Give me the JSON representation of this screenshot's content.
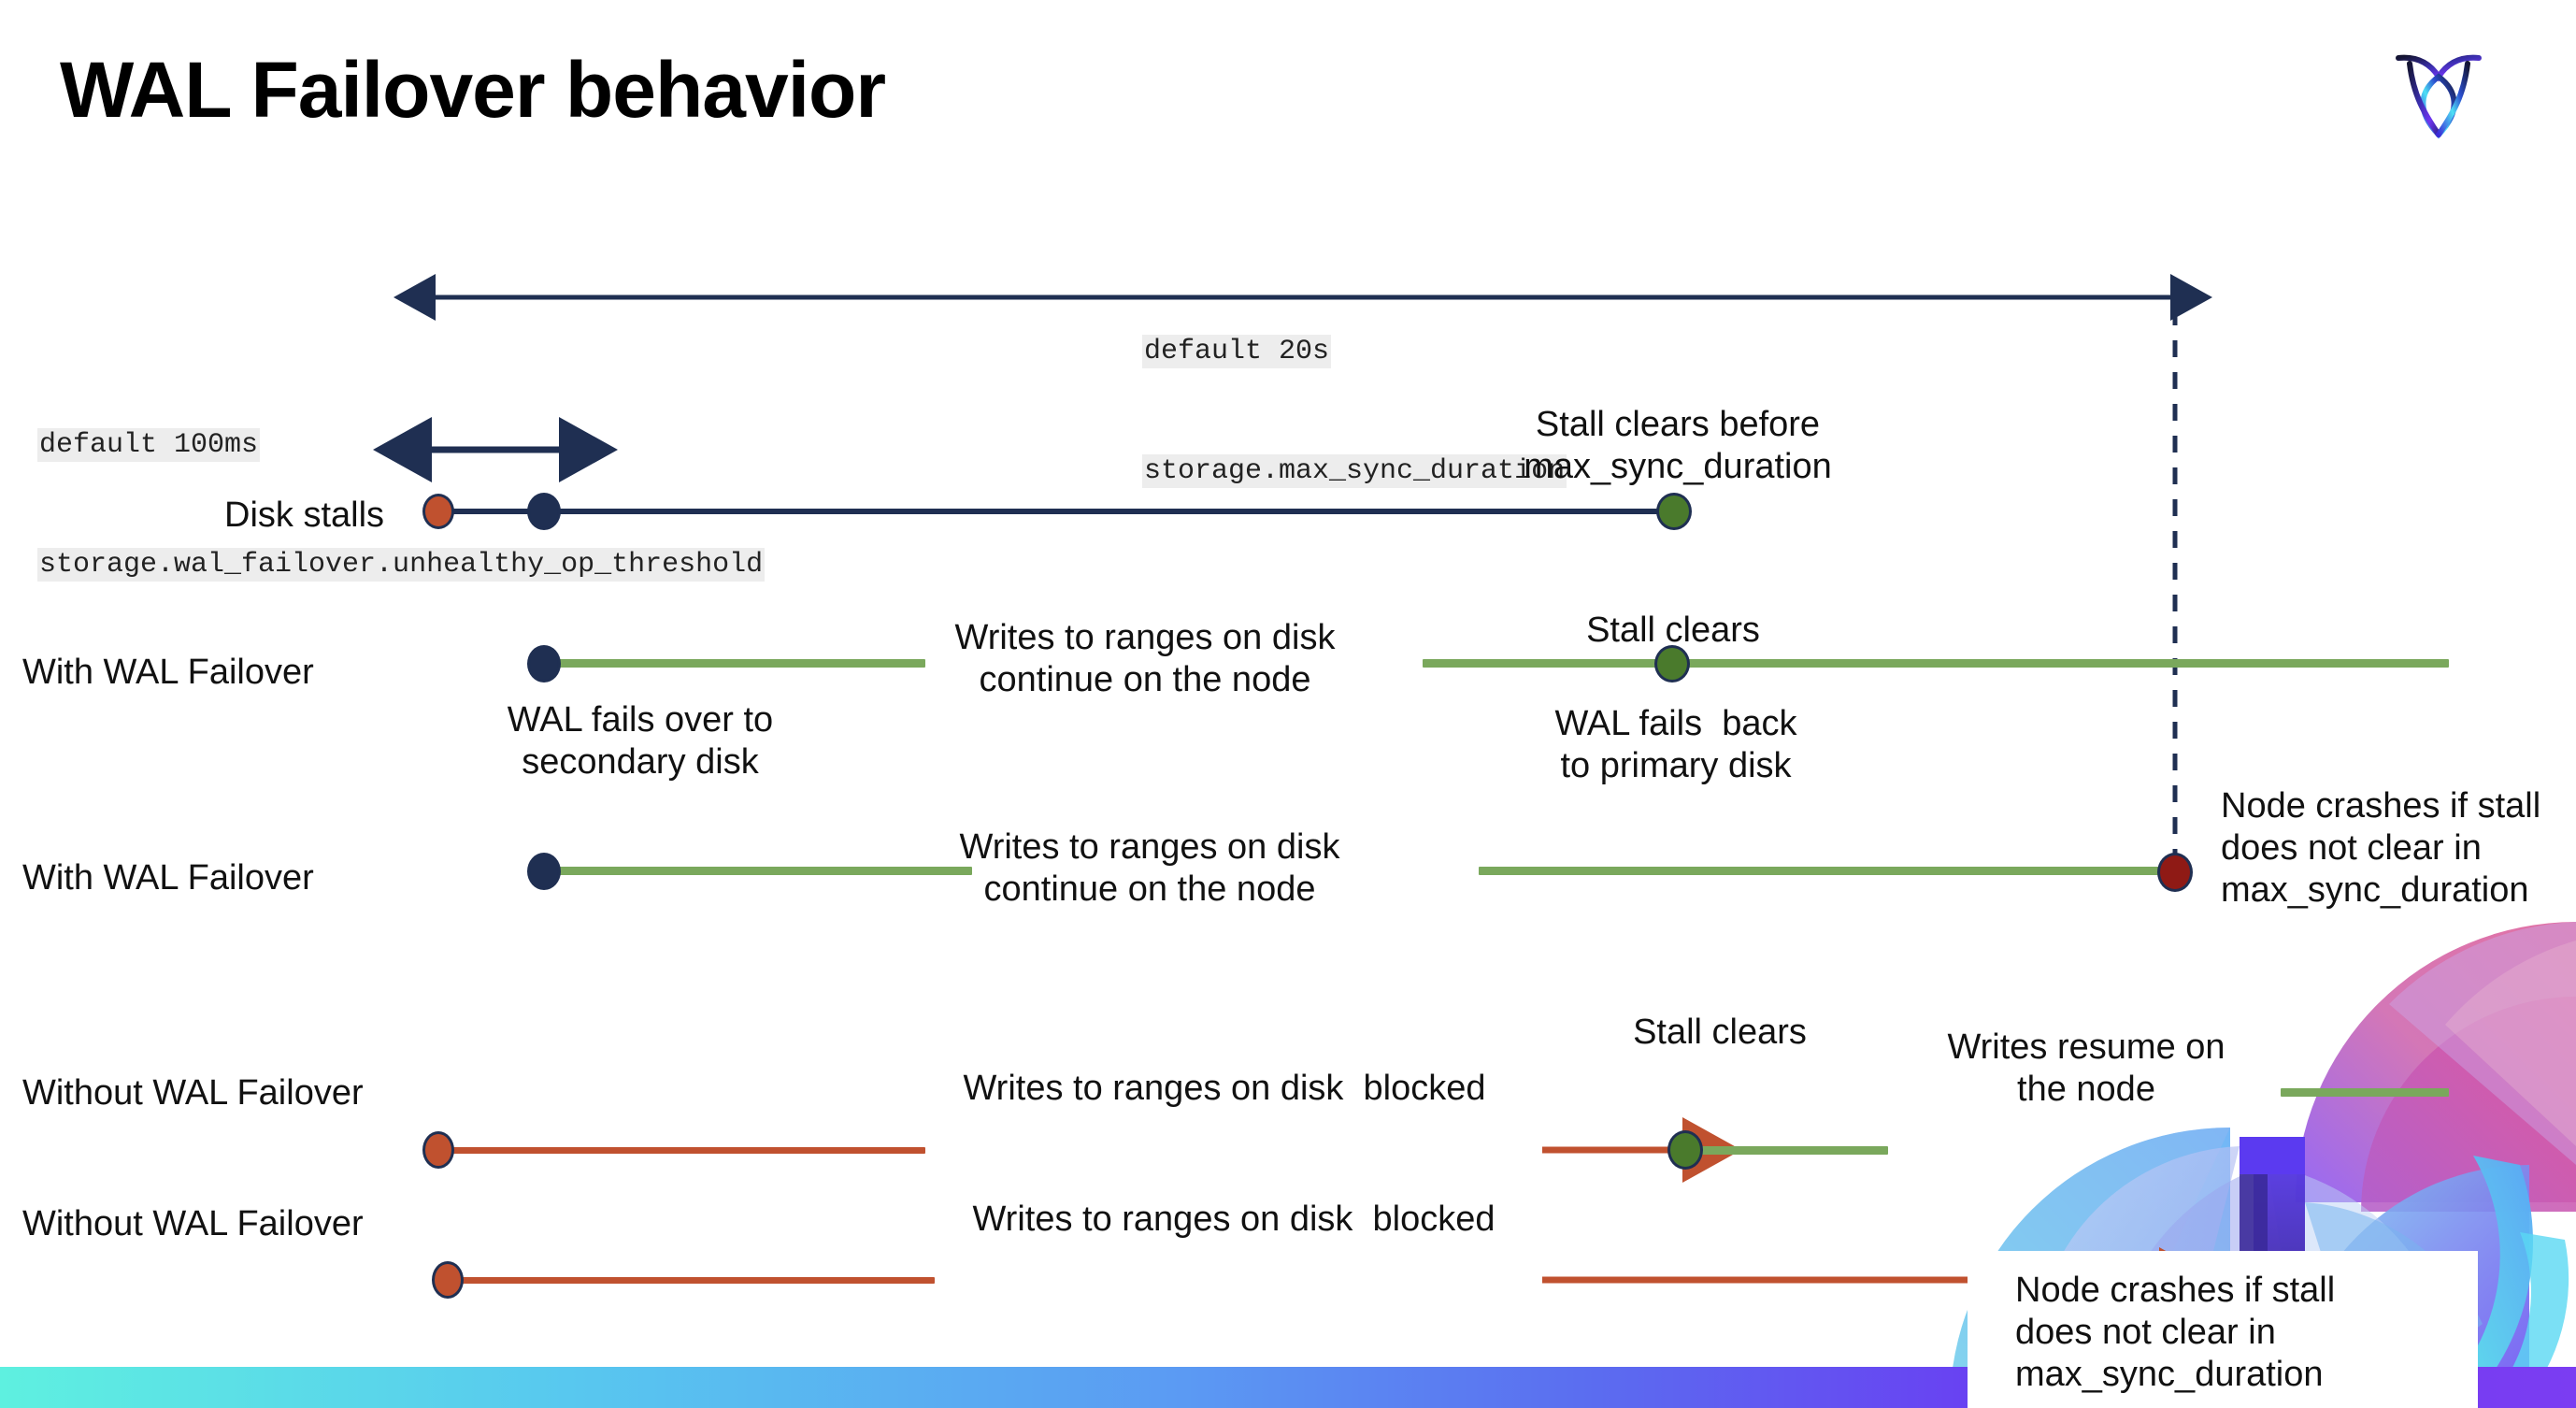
{
  "slide": {
    "title": "WAL Failover behavior",
    "logo_name": "cockroachdb-logo"
  },
  "annotations": {
    "max_sync": {
      "line1": "default 20s",
      "line2": "storage.max_sync_duration"
    },
    "unhealthy": {
      "line1": "default 100ms",
      "line2": "storage.wal_failover.unhealthy_op_threshold"
    }
  },
  "rows": [
    {
      "label": "Disk stalls"
    },
    {
      "label": "With WAL Failover"
    },
    {
      "label": "With WAL Failover"
    },
    {
      "label": "Without WAL Failover"
    },
    {
      "label": "Without WAL Failover"
    }
  ],
  "callouts": {
    "stall_clears_before": "Stall clears before\nmax_sync_duration",
    "writes_continue_1": "Writes to ranges on disk\ncontinue on the node",
    "stall_clears_2": "Stall clears",
    "wal_fails_over": "WAL fails over to\nsecondary disk",
    "wal_fails_back": "WAL fails  back\nto primary disk",
    "writes_continue_2": "Writes to ranges on disk\ncontinue on the node",
    "node_crashes_1": "Node crashes if stall\ndoes not clear in\nmax_sync_duration",
    "stall_clears_3": "Stall clears",
    "writes_blocked_1": "Writes to ranges on disk  blocked",
    "writes_resume": "Writes resume on\nthe node",
    "writes_blocked_2": "Writes to ranges on disk  blocked",
    "node_crashes_2": "Node crashes if stall\ndoes not clear in\nmax_sync_duration"
  },
  "colors": {
    "navy": "#1f2f52",
    "green_line": "#7aa85c",
    "green_dot": "#4a7a2c",
    "orange": "#c0512f",
    "dark_red": "#8f1a15",
    "code_bg": "#ededed"
  }
}
